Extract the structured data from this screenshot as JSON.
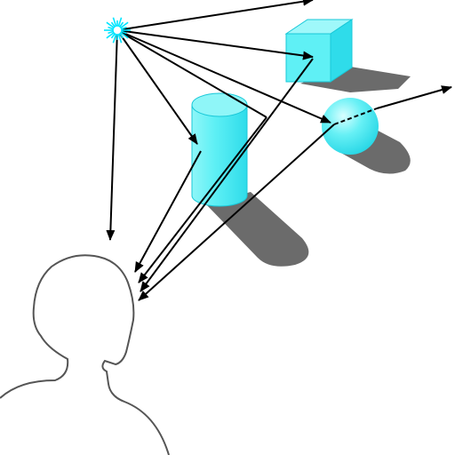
{
  "diagram": {
    "light_source": {
      "icon": "sun-burst-icon",
      "color": "#00e5ff"
    },
    "objects": [
      {
        "kind": "cube",
        "color": "#5ff0f5"
      },
      {
        "kind": "cylinder",
        "color": "#5ff0f5"
      },
      {
        "kind": "sphere",
        "color": "#5ff0f5"
      }
    ],
    "viewer": {
      "icon": "head-silhouette-icon"
    },
    "colors": {
      "ray": "#000000",
      "shadow": "#6b6b6b",
      "object_fill": "#5ff0f5",
      "object_highlight": "#d8ffff",
      "object_stroke": "#18c8d8",
      "viewer_outline": "#555555",
      "light": "#00e5ff"
    }
  }
}
